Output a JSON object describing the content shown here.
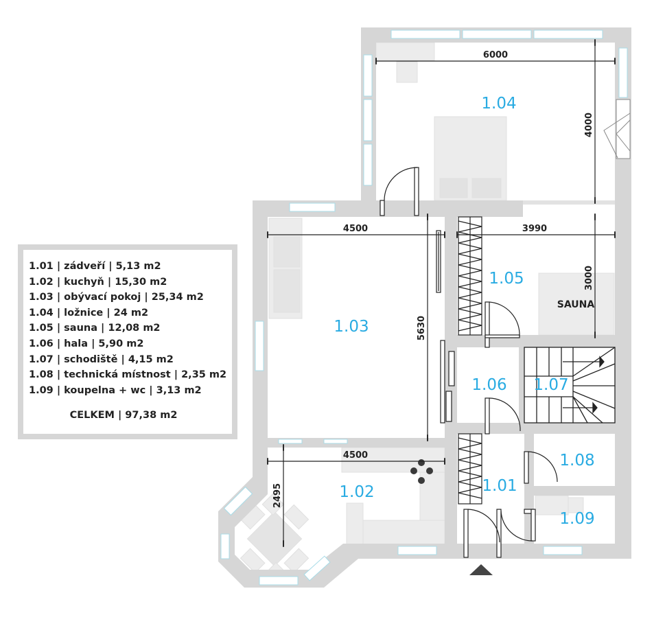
{
  "rooms": [
    {
      "id": "1.01"
    },
    {
      "id": "1.02"
    },
    {
      "id": "1.03"
    },
    {
      "id": "1.04"
    },
    {
      "id": "1.05"
    },
    {
      "id": "1.06"
    },
    {
      "id": "1.07"
    },
    {
      "id": "1.08"
    },
    {
      "id": "1.09"
    }
  ],
  "dimensions": [
    "6000",
    "4000",
    "4500",
    "3990",
    "3000",
    "5630",
    "4500",
    "2495"
  ],
  "sauna_label": "SAUNA",
  "legend": {
    "items": [
      "1.01 | zádveří | 5,13 m2",
      "1.02 | kuchyň | 15,30 m2",
      "1.03 | obývací pokoj | 25,34 m2",
      "1.04 | ložnice | 24 m2",
      "1.05 | sauna | 12,08 m2",
      "1.06 | hala | 5,90 m2",
      "1.07 | schodiště | 4,15 m2",
      "1.08 | technická místnost | 2,35 m2",
      "1.09 | koupelna + wc | 3,13 m2"
    ],
    "total": "CELKEM | 97,38 m2"
  },
  "colors": {
    "wall": "#d6d6d6",
    "furniture": "#ececec",
    "room_label": "#29abe2",
    "window_glass": "#a8dce8",
    "text": "#222222"
  }
}
